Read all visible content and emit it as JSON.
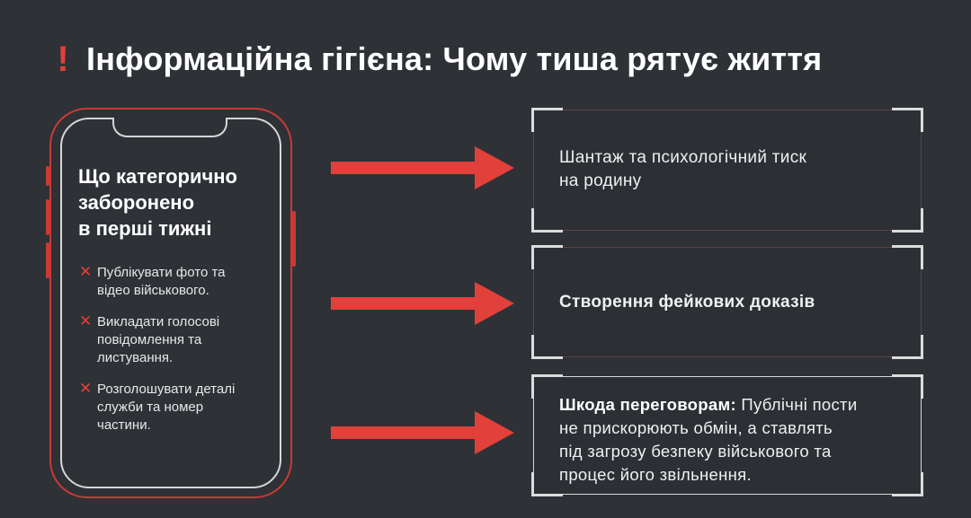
{
  "header": {
    "icon": "exclamation-icon",
    "icon_glyph": "❗",
    "title": "Інформаційна гігієна: Чому тиша рятує життя"
  },
  "phone": {
    "heading_lines": [
      "Що категорично",
      "заборонено",
      "в перші тижні"
    ],
    "items": [
      {
        "icon": "cross-icon",
        "glyph": "✕",
        "lines": [
          "Публікувати фото та",
          "відео військового."
        ]
      },
      {
        "icon": "cross-icon",
        "glyph": "✕",
        "lines": [
          "Викладати голосові",
          "повідомлення та",
          "листування."
        ]
      },
      {
        "icon": "cross-icon",
        "glyph": "✕",
        "lines": [
          "Розголошувати деталі",
          "служби та номер",
          "частини."
        ]
      }
    ]
  },
  "consequences": [
    {
      "lines": [
        "Шантаж та психологічний тиск",
        "на родину"
      ]
    },
    {
      "lines": [
        "Створення фейкових доказів"
      ],
      "bold": true
    },
    {
      "bold_lead": "Шкода переговорам:",
      "lines": [
        "Публічні пости",
        "не прискорюють обмін, а ставлять",
        "під загрозу безпеку військового та",
        "процес його звільнення."
      ]
    }
  ],
  "colors": {
    "background": "#2e3136",
    "accent_red": "#e2403a",
    "text": "#ffffff"
  }
}
